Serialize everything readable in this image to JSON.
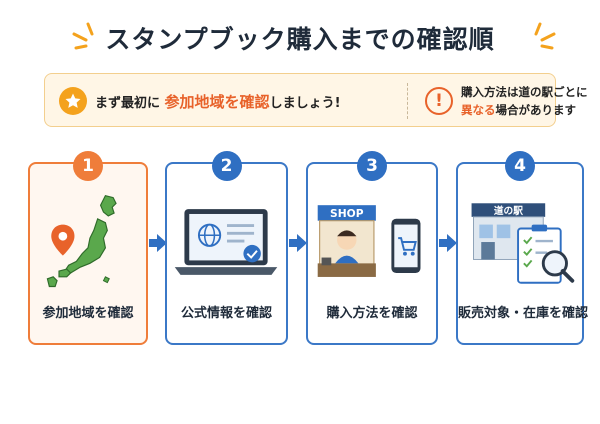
{
  "title": "スタンプブック購入までの確認順",
  "notice": {
    "left_prefix": "まず最初に",
    "left_highlight": "参加地域を確認",
    "left_suffix": "しましょう!",
    "right_line1": "購入方法は道の駅ごとに",
    "right_line2_highlight": "異なる",
    "right_line2_rest": "場合があります",
    "alert_symbol": "!"
  },
  "steps": [
    {
      "number": "1",
      "label": "参加地域を確認",
      "icon": "japan-map-pin-icon"
    },
    {
      "number": "2",
      "label": "公式情報を確認",
      "icon": "laptop-globe-icon"
    },
    {
      "number": "3",
      "label": "購入方法を確認",
      "icon": "shop-phone-cart-icon",
      "shop_sign": "SHOP"
    },
    {
      "number": "4",
      "label": "販売対象・在庫を確認",
      "icon": "michi-no-eki-checklist-icon",
      "station_sign": "道の駅"
    }
  ],
  "colors": {
    "accent_orange": "#ef7d3a",
    "accent_blue": "#2f6fc2",
    "map_green": "#5aa84c",
    "notice_bg": "#fff6e6"
  }
}
